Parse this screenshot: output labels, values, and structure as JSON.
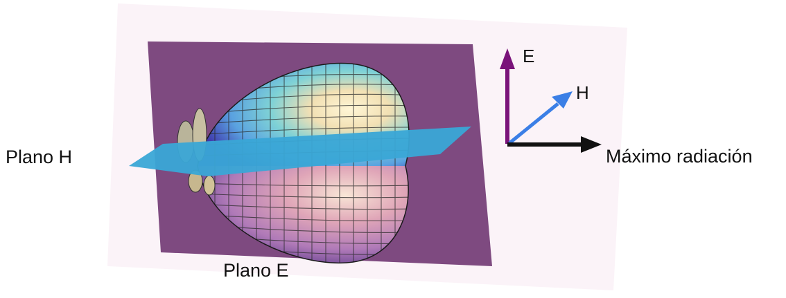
{
  "labels": {
    "plano_h": "Plano H",
    "plano_e": "Plano E",
    "axis_e": "E",
    "axis_h": "H",
    "axis_max": "Máximo radiación"
  },
  "colors": {
    "background": "#ffffff",
    "card": "#fbf3f8",
    "e_plane": "#7e4a80",
    "h_plane": "#3aa6d6",
    "e_vector": "#7a137a",
    "h_vector": "#3b7fe6",
    "max_vector": "#111111"
  }
}
